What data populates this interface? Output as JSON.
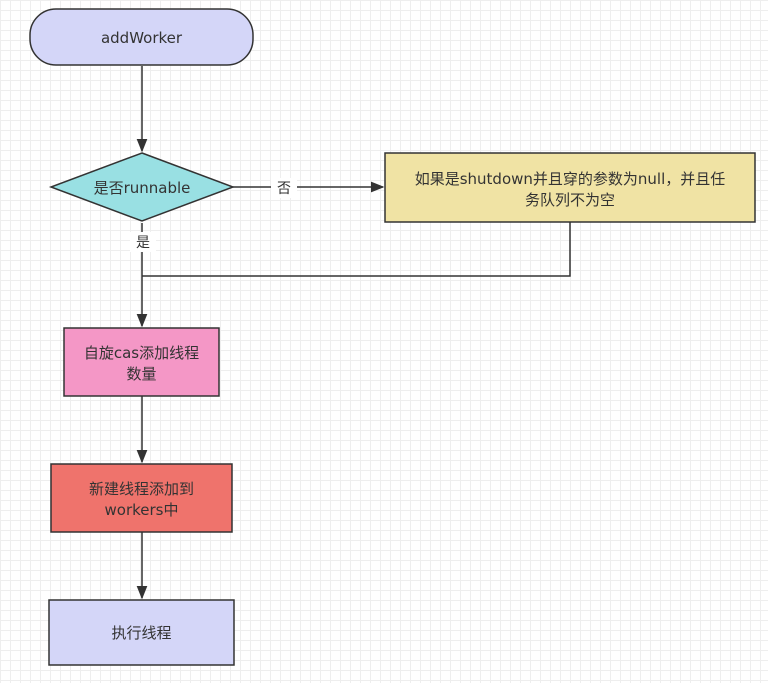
{
  "nodes": {
    "start": {
      "label": "addWorker",
      "fill": "#d4d6f8"
    },
    "decision": {
      "label": "是否runnable",
      "fill": "#99e0e3"
    },
    "condition": {
      "line1": "如果是shutdown并且穿的参数为null，并且任",
      "line2": "务队列不为空",
      "fill": "#f0e3a4"
    },
    "cas": {
      "line1": "自旋cas添加线程",
      "line2": "数量",
      "fill": "#f497c6"
    },
    "new_worker": {
      "line1": "新建线程添加到",
      "line2": "workers中",
      "fill": "#ef736c"
    },
    "execute": {
      "label": "执行线程",
      "fill": "#d4d6f8"
    }
  },
  "edges": {
    "no_label": "否",
    "yes_label": "是"
  },
  "colors": {
    "stroke": "#333333",
    "grid": "#eeeeee",
    "background": "#ffffff"
  }
}
